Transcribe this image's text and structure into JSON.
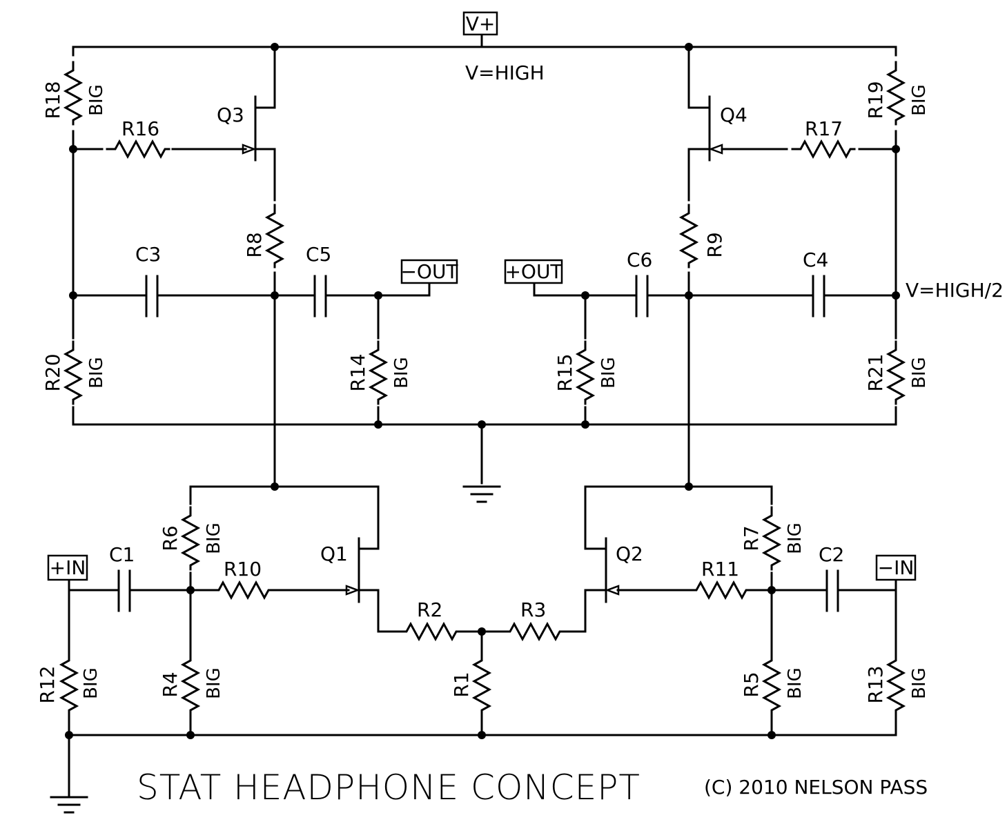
{
  "title": "STAT HEADPHONE CONCEPT",
  "copyright": "(C) 2010 NELSON PASS",
  "supply": {
    "label": "V+",
    "voltage_note": "V=HIGH",
    "bias_note": "V=HIGH/2"
  },
  "ports": {
    "minus_out": "−OUT",
    "plus_out": "+OUT",
    "plus_in": "+IN",
    "minus_in": "−IN"
  },
  "transistors": {
    "q1": "Q1",
    "q2": "Q2",
    "q3": "Q3",
    "q4": "Q4"
  },
  "capacitors": {
    "c1": "C1",
    "c2": "C2",
    "c3": "C3",
    "c4": "C4",
    "c5": "C5",
    "c6": "C6"
  },
  "resistors": {
    "r1": "R1",
    "r2": "R2",
    "r3": "R3",
    "r4": "R4",
    "r5": "R5",
    "r6": "R6",
    "r7": "R7",
    "r8": "R8",
    "r9": "R9",
    "r10": "R10",
    "r11": "R11",
    "r12": "R12",
    "r13": "R13",
    "r14": "R14",
    "r15": "R15",
    "r16": "R16",
    "r17": "R17",
    "r18": "R18",
    "r19": "R19",
    "r20": "R20",
    "r21": "R21"
  },
  "value_big": "BIG"
}
